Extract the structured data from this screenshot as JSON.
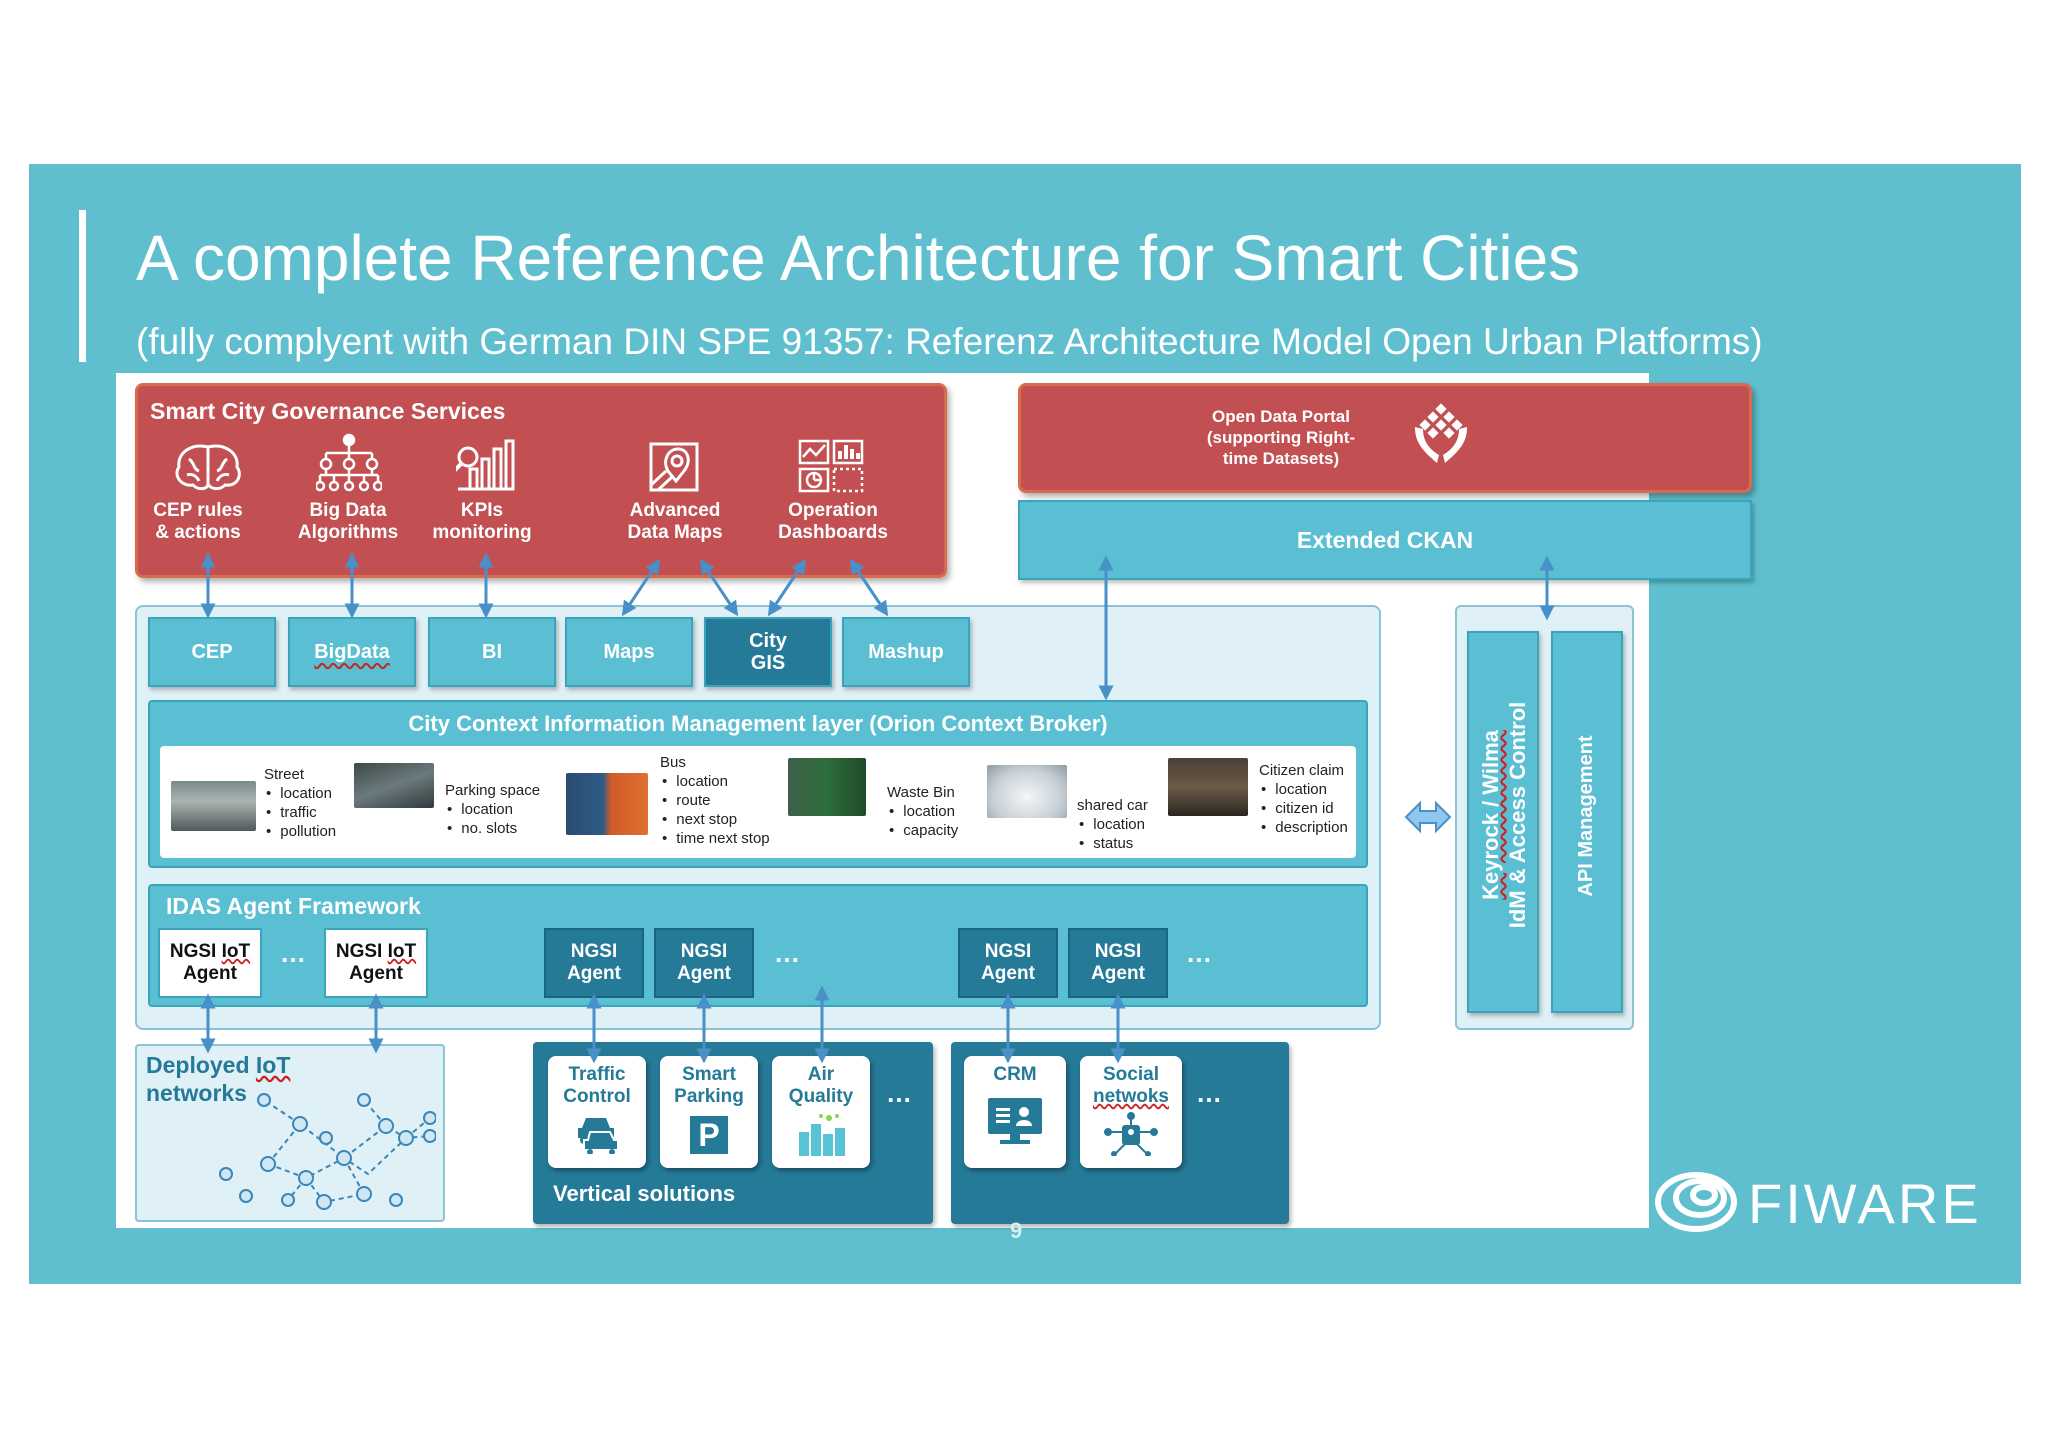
{
  "slide": {
    "title": "A complete Reference Architecture for Smart Cities",
    "subtitle": "(fully complyent with German DIN SPE 91357:  Referenz Architecture Model Open Urban  Platforms)",
    "page_number": "9",
    "logo": "FIWARE"
  },
  "governance": {
    "title": "Smart City Governance Services",
    "services": [
      {
        "label1": "CEP rules",
        "label2": "& actions",
        "icon": "brain-icon"
      },
      {
        "label1": "Big Data",
        "label2": "Algorithms",
        "icon": "hierarchy-icon"
      },
      {
        "label1": "KPIs",
        "label2": "monitoring",
        "icon": "kpi-bars-icon"
      },
      {
        "label1": "Advanced",
        "label2": "Data Maps",
        "icon": "map-pin-icon"
      },
      {
        "label1": "Operation",
        "label2": "Dashboards",
        "icon": "dashboard-icon"
      }
    ]
  },
  "open_data": {
    "line1": "Open Data Portal",
    "line2": "(supporting Right-",
    "line3": "time Datasets)",
    "icon": "hands-data-icon",
    "ckan": "Extended CKAN"
  },
  "enablers": {
    "items": [
      "CEP",
      "BigData",
      "BI",
      "Maps",
      "City",
      "GIS",
      "Mashup"
    ]
  },
  "context_layer": {
    "title": "City Context Information Management layer (Orion Context Broker)",
    "entities": [
      {
        "name": "Street",
        "attrs": [
          "location",
          "traffic",
          "pollution"
        ]
      },
      {
        "name": "Parking space",
        "attrs": [
          "location",
          "no. slots"
        ]
      },
      {
        "name": "Bus",
        "attrs": [
          "location",
          "route",
          "next stop",
          "time next stop"
        ]
      },
      {
        "name": "Waste Bin",
        "attrs": [
          "location",
          "capacity"
        ]
      },
      {
        "name": "shared car",
        "attrs": [
          "location",
          "status"
        ]
      },
      {
        "name": "Citizen claim",
        "attrs": [
          "location",
          "citizen id",
          "description"
        ]
      }
    ]
  },
  "idas": {
    "title": "IDAS Agent Framework",
    "agent_line1": "NGSI",
    "agent_iot": "IoT",
    "agent_line2": "Agent",
    "ellipsis": "…"
  },
  "security": {
    "line1": "Keyrock / Wilma",
    "line2": "IdM & Access Control",
    "api": "API Management"
  },
  "iot_networks": {
    "line1": "Deployed IoT",
    "line2": "networks"
  },
  "verticals": {
    "title": "Vertical solutions",
    "items": [
      {
        "line1": "Traffic",
        "line2": "Control",
        "icon": "cars-icon"
      },
      {
        "line1": "Smart",
        "line2": "Parking",
        "icon": "parking-icon",
        "glyph": "P"
      },
      {
        "line1": "Air",
        "line2": "Quality",
        "icon": "city-air-icon"
      }
    ],
    "crm": "CRM",
    "social1": "Social",
    "social2": "netwoks",
    "crm_icon": "crm-monitor-icon",
    "social_icon": "social-network-icon"
  },
  "colors": {
    "slide_bg": "#5fbfcf",
    "governance_red": "#c24f51",
    "tile_blue": "#5bbfd4",
    "dark_blue": "#257a98",
    "arrow": "#4a90c8"
  }
}
